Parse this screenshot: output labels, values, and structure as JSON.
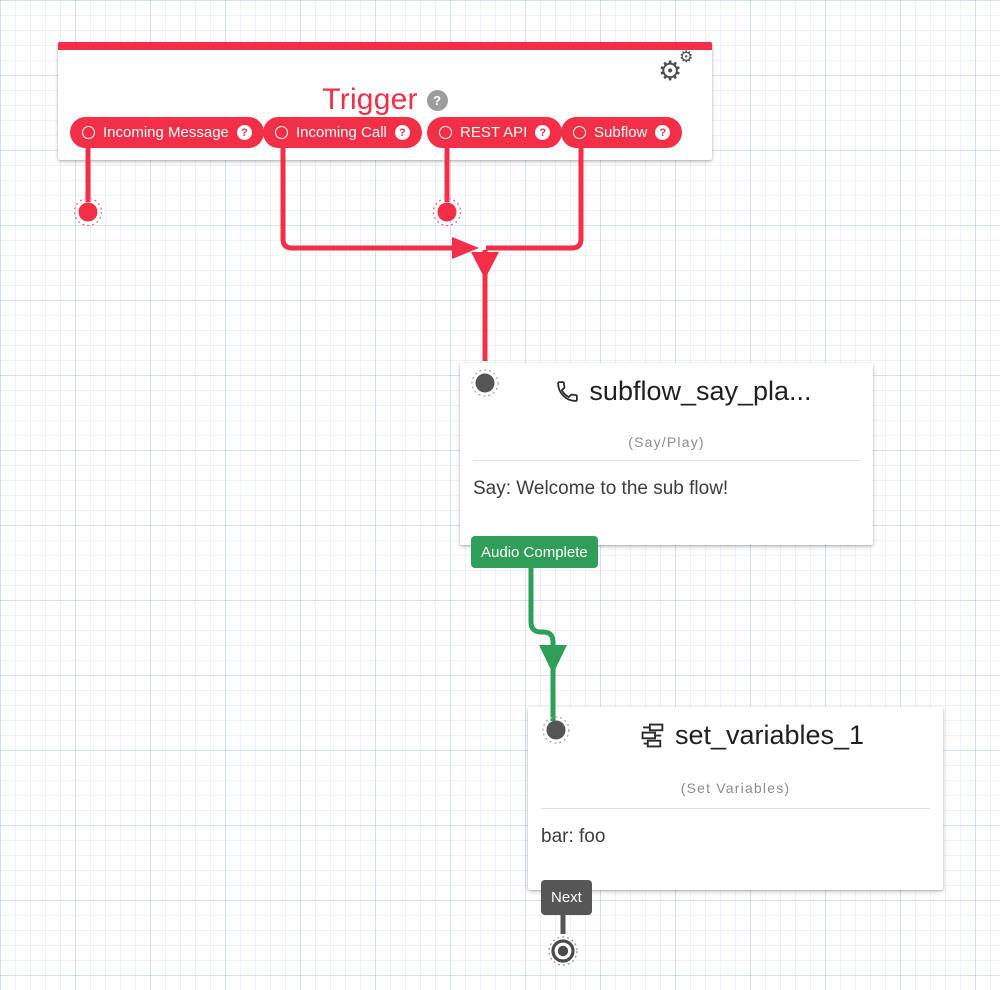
{
  "colors": {
    "red": "#f22f46",
    "green": "#2e9e58",
    "dark": "#565656"
  },
  "trigger": {
    "title": "Trigger",
    "help": "?",
    "pills": [
      {
        "label": "Incoming Message",
        "help": "?"
      },
      {
        "label": "Incoming Call",
        "help": "?"
      },
      {
        "label": "REST API",
        "help": "?"
      },
      {
        "label": "Subflow",
        "help": "?"
      }
    ]
  },
  "icons": {
    "settings": "⚙"
  },
  "widgets": [
    {
      "name": "subflow_say_pla...",
      "type": "(Say/Play)",
      "body": "Say: Welcome to the sub flow!",
      "transition": "Audio Complete"
    },
    {
      "name": "set_variables_1",
      "type": "(Set Variables)",
      "body": "bar: foo",
      "transition": "Next"
    }
  ]
}
